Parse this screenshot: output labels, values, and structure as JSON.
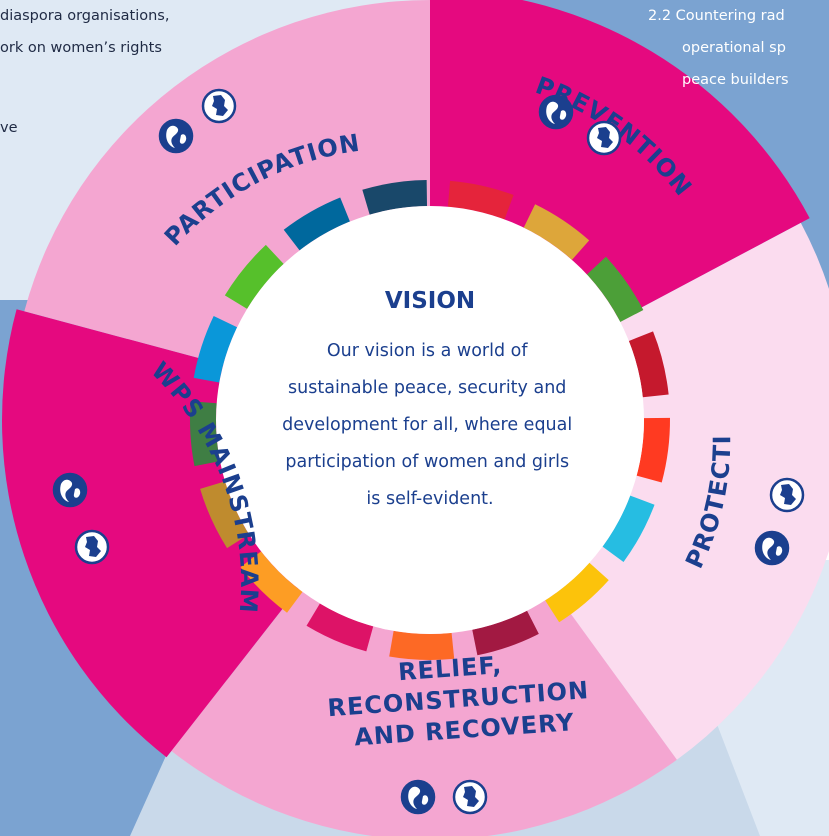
{
  "corner_text": {
    "top_left": [
      "diaspora organisations,",
      "ork on women’s rights",
      "ve"
    ],
    "top_right": [
      "2.2 Countering rad",
      "operational sp",
      "peace builders"
    ]
  },
  "segments": [
    {
      "id": "prevention",
      "label": "PREVENTION",
      "color": "#e5097f"
    },
    {
      "id": "protection",
      "label": "PROTECTION",
      "color": "#fbdcef"
    },
    {
      "id": "relief",
      "label": [
        "RELIEF,",
        "RECONSTRUCTION",
        "AND RECOVERY"
      ],
      "color": "#f4a6d1"
    },
    {
      "id": "wps",
      "label": "WPS MAINSTREAMING",
      "color": "#e5097f"
    },
    {
      "id": "participation",
      "label": "PARTICIPATION",
      "color": "#f4a6d1"
    }
  ],
  "vision": {
    "title": "VISION",
    "lines": [
      "Our vision is a world of",
      "sustainable peace, security and",
      "development for all, where equal",
      "participation of women and girls",
      "is self-evident."
    ]
  },
  "sdg_colors": [
    "#e5243b",
    "#dda63a",
    "#4c9f38",
    "#c5192d",
    "#ff3a21",
    "#26bde2",
    "#fcc30b",
    "#a21942",
    "#fd6925",
    "#dd1367",
    "#fd9d24",
    "#bf8b2e",
    "#3f7e44",
    "#0a97d9",
    "#56c02b",
    "#00689d",
    "#19486a"
  ],
  "icons": [
    {
      "id": "participation-globe-icon"
    },
    {
      "id": "participation-netherlands-icon"
    },
    {
      "id": "prevention-globe-icon"
    },
    {
      "id": "prevention-netherlands-icon"
    },
    {
      "id": "wps-globe-icon"
    },
    {
      "id": "wps-netherlands-icon"
    },
    {
      "id": "protection-netherlands-icon"
    },
    {
      "id": "protection-globe-icon"
    },
    {
      "id": "relief-globe-icon"
    },
    {
      "id": "relief-netherlands-icon"
    }
  ],
  "background_colors": {
    "dark_blue": "#7ba3d1",
    "light_blue": "#c9d9ea",
    "light_blue_pale": "#dfe9f4"
  }
}
